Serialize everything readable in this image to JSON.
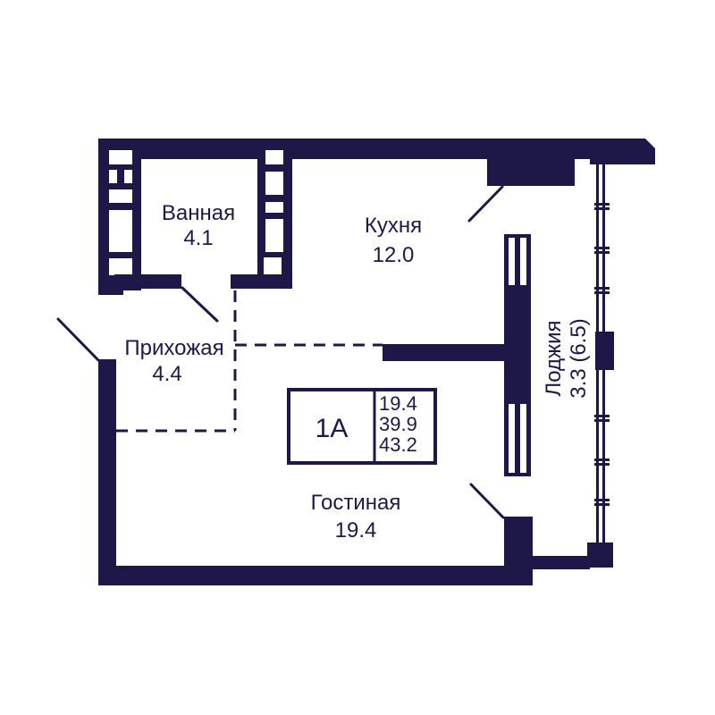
{
  "plan": {
    "unit": {
      "label": "1A",
      "area_living": "19.4",
      "area_without_loggia": "39.9",
      "area_total": "43.2"
    },
    "rooms": [
      {
        "name": "Ванная",
        "area": "4.1"
      },
      {
        "name": "Кухня",
        "area": "12.0"
      },
      {
        "name": "Прихожая",
        "area": "4.4"
      },
      {
        "name": "Гостиная",
        "area": "19.4"
      },
      {
        "name": "Лоджия",
        "area": "3.3 (6.5)"
      }
    ],
    "colors": {
      "wall": "#1e1849",
      "background": "#ffffff"
    }
  }
}
